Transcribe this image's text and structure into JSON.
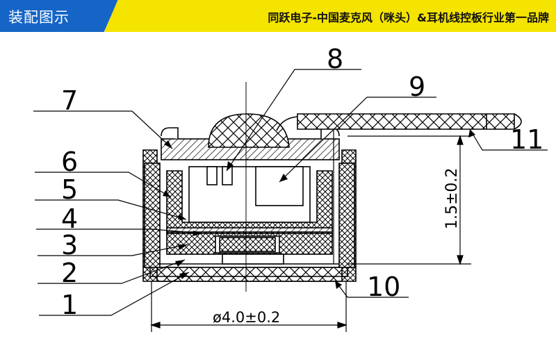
{
  "header": {
    "title": "装配图示",
    "slogan": "同跃电子-中国麦克风（咪头）&耳机线控板行业第一品牌"
  },
  "diagram": {
    "part_numbers": [
      "1",
      "2",
      "3",
      "4",
      "5",
      "6",
      "7",
      "8",
      "9",
      "10",
      "11"
    ],
    "height_dimension": "1.5±0.2",
    "diameter_dimension": "ø4.0±0.2"
  }
}
